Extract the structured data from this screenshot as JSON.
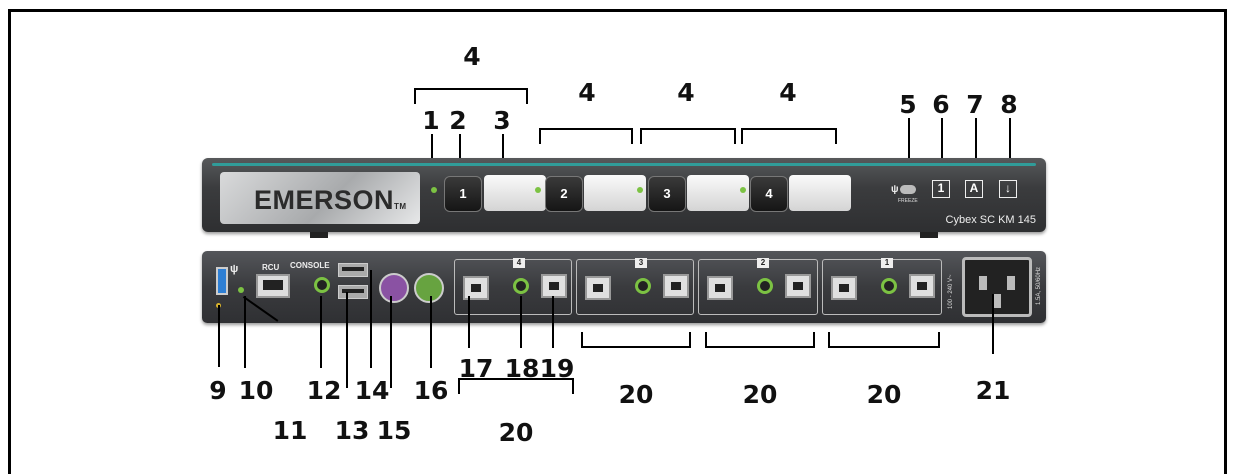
{
  "device": {
    "brand": "EMERSON",
    "brand_tm": "TM",
    "model": "Cybex SC KM 145",
    "freeze_label": "FREEZE",
    "front_indicators": [
      "1",
      "A",
      "↓"
    ],
    "channel_buttons": [
      "1",
      "2",
      "3",
      "4"
    ],
    "rear_labels": {
      "rcu": "RCU",
      "console": "CONSOLE",
      "channel_tags": [
        "4",
        "3",
        "2",
        "1"
      ],
      "power_rating": "100 - 240 V~",
      "power_spec": "1.5A, 50/60Hz"
    }
  },
  "callouts": {
    "c1": "1",
    "c2": "2",
    "c3": "3",
    "c4a": "4",
    "c4b": "4",
    "c4c": "4",
    "c4d": "4",
    "c5": "5",
    "c6": "6",
    "c7": "7",
    "c8": "8",
    "c9": "9",
    "c10": "10",
    "c11": "11",
    "c12": "12",
    "c13": "13",
    "c14": "14",
    "c15": "15",
    "c16": "16",
    "c17": "17",
    "c18": "18",
    "c19": "19",
    "c20a": "20",
    "c20b": "20",
    "c20c": "20",
    "c20d": "20",
    "c21": "21"
  }
}
